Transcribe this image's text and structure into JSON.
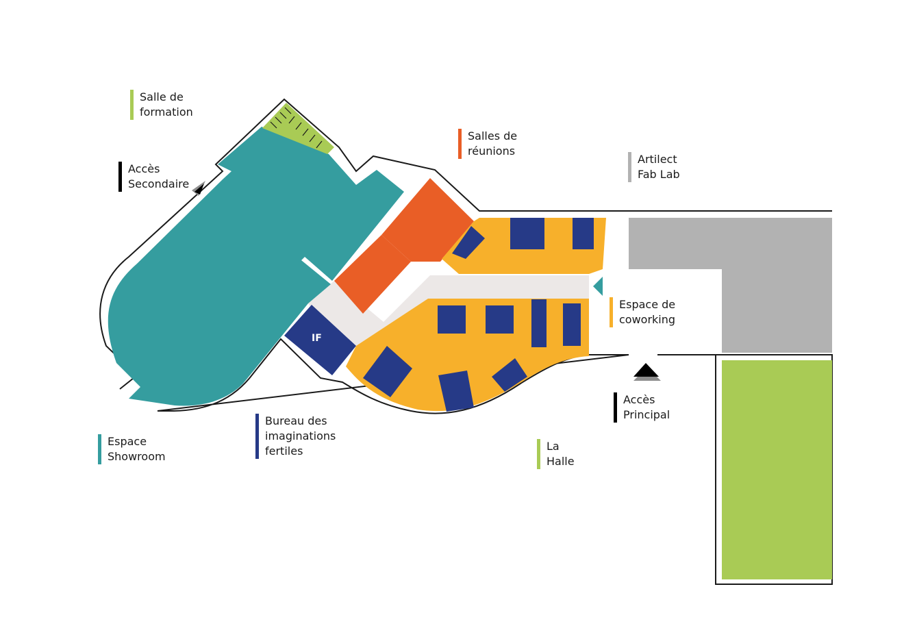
{
  "colors": {
    "showroom": "#359d9f",
    "formation": "#a9cb55",
    "reunions": "#e95e26",
    "coworking": "#f7b02b",
    "bureau": "#263a87",
    "fablab": "#b2b2b2",
    "halle": "#a9cb55",
    "corridor": "#ece8e7",
    "access": "#000000"
  },
  "legend": {
    "formation": {
      "line1": "Salle de",
      "line2": "formation"
    },
    "acces_secondaire": {
      "line1": "Accès",
      "line2": "Secondaire"
    },
    "reunions": {
      "line1": "Salles de",
      "line2": "réunions"
    },
    "fablab": {
      "line1": "Artilect",
      "line2": "Fab Lab"
    },
    "coworking": {
      "line1": "Espace de",
      "line2": "coworking"
    },
    "acces_principal": {
      "line1": "Accès",
      "line2": "Principal"
    },
    "showroom": {
      "line1": "Espace",
      "line2": "Showroom"
    },
    "bureau": {
      "line1": "Bureau des",
      "line2": "imaginations",
      "line3": "fertiles"
    },
    "halle": {
      "line1": "La",
      "line2": "Halle"
    }
  },
  "map_labels": {
    "bureau_tag": "IF"
  }
}
